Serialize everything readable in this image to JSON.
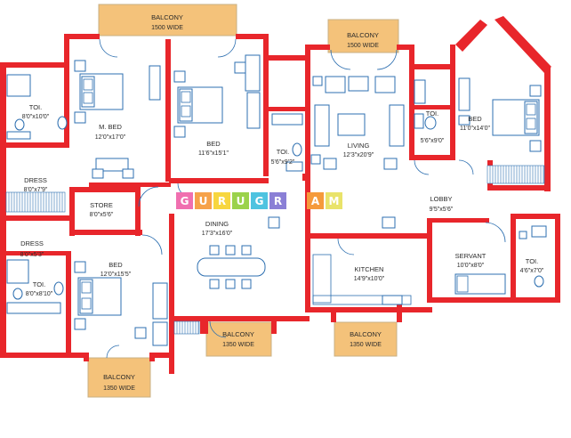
{
  "rooms": {
    "m_bed": {
      "name": "M. BED",
      "dim": "12'0\"x17'0\""
    },
    "bed1": {
      "name": "BED",
      "dim": "11'6\"x15'1\""
    },
    "bed2": {
      "name": "BED",
      "dim": "11'0\"x14'0\""
    },
    "bed3": {
      "name": "BED",
      "dim": "12'0\"x15'5\""
    },
    "living": {
      "name": "LIVING",
      "dim": "12'3\"x20'9\""
    },
    "dining": {
      "name": "DINING",
      "dim": "17'3\"x16'0\""
    },
    "kitchen": {
      "name": "KITCHEN",
      "dim": "14'9\"x10'0\""
    },
    "lobby": {
      "name": "LOBBY",
      "dim": "9'5\"x5'6\""
    },
    "store": {
      "name": "STORE",
      "dim": "8'0\"x5'6\""
    },
    "servant": {
      "name": "SERVANT",
      "dim": "10'0\"x8'0\""
    },
    "dress1": {
      "name": "DRESS",
      "dim": "8'0\"x7'9\""
    },
    "dress2": {
      "name": "DRESS",
      "dim": "8'0\"x5'3\""
    },
    "toi1": {
      "name": "TOI.",
      "dim": "8'0\"x10'0\""
    },
    "toi2": {
      "name": "TOI.",
      "dim": "8'0\"x8'10\""
    },
    "toi3": {
      "name": "TOI.",
      "dim": "5'6\"x9'2\""
    },
    "toi4": {
      "name": "TOI.",
      "dim": "5'6\"x9'0\""
    },
    "toi5": {
      "name": "TOI.",
      "dim": "4'6\"x7'0\""
    }
  },
  "balconies": {
    "top_left": {
      "name": "BALCONY",
      "dim": "1500 WIDE"
    },
    "top_mid": {
      "name": "BALCONY",
      "dim": "1500 WIDE"
    },
    "bottom_left": {
      "name": "BALCONY",
      "dim": "1350 WIDE"
    },
    "bottom_mid": {
      "name": "BALCONY",
      "dim": "1350 WIDE"
    },
    "bottom_right": {
      "name": "BALCONY",
      "dim": "1350 WIDE"
    }
  },
  "watermark": {
    "letters": [
      "G",
      "U",
      "R",
      "U",
      "G",
      "R",
      "•",
      "A",
      "M"
    ],
    "colors": [
      "#f06fb0",
      "#f6a24a",
      "#f7d63f",
      "#9bd24b",
      "#4ec3e0",
      "#8a7fd6",
      "#ffffff",
      "#f59a3b",
      "#e9e36a"
    ]
  },
  "palette": {
    "wall": "#e8262b",
    "furniture": "#2d6fb0",
    "balcony": "#f4c27a"
  }
}
